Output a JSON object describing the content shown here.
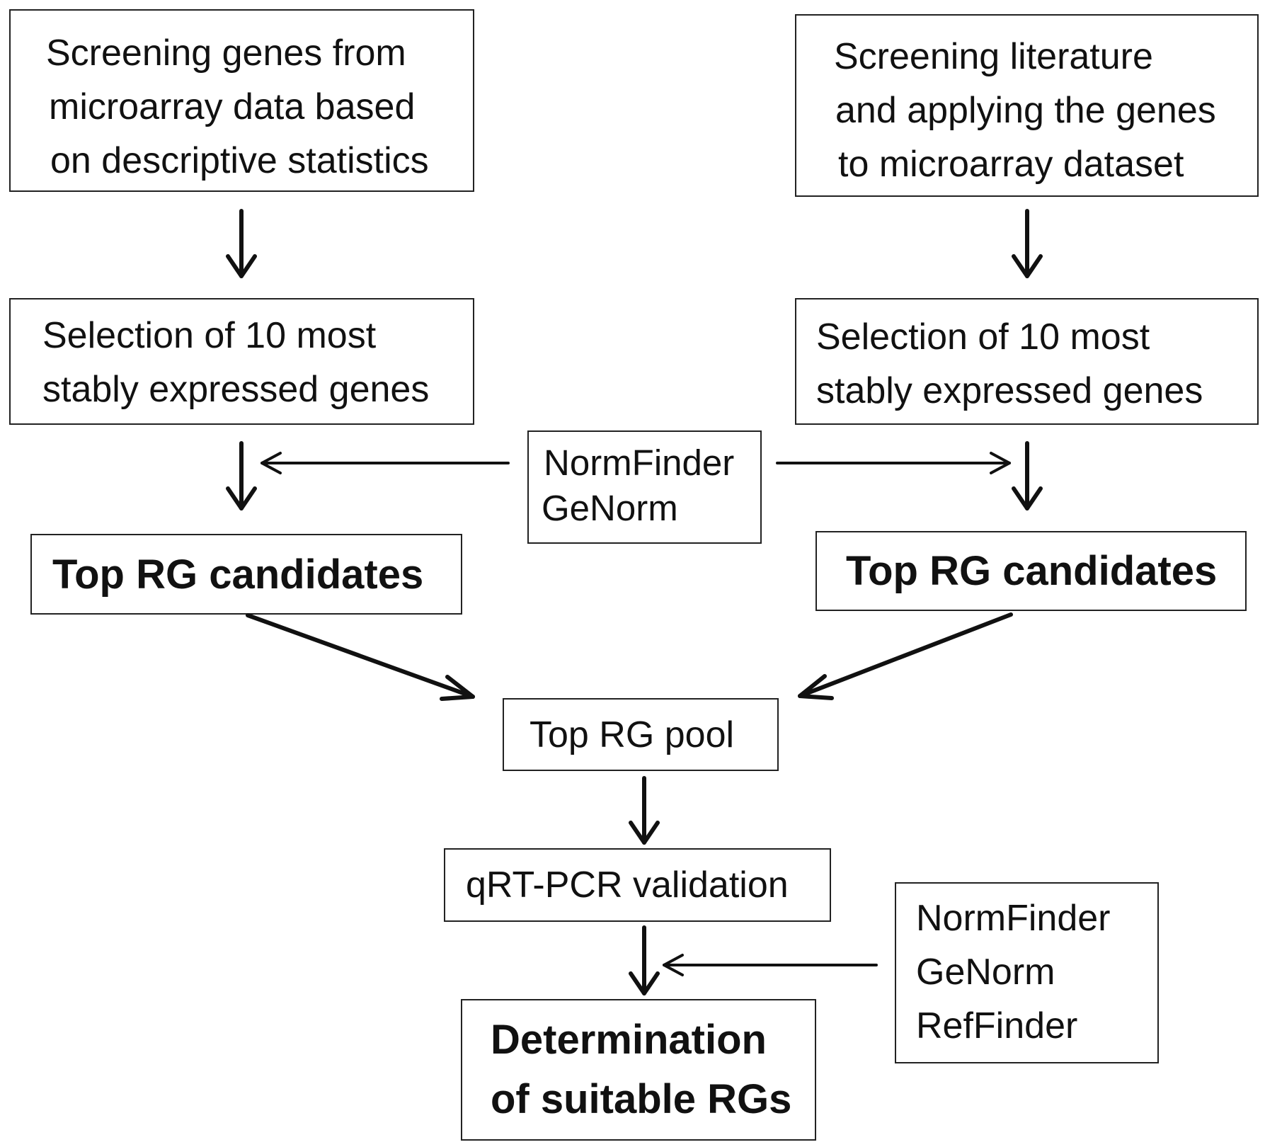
{
  "left": {
    "screen_lines": [
      "Screening genes from",
      "microarray data based",
      "on descriptive statistics"
    ],
    "selection_lines": [
      "Selection of 10 most",
      "stably expressed genes"
    ],
    "top_candidates": "Top RG candidates"
  },
  "right": {
    "screen_lines": [
      "Screening literature",
      "and applying the genes",
      "to microarray dataset"
    ],
    "selection_lines": [
      "Selection of 10 most",
      "stably expressed genes"
    ],
    "top_candidates": "Top RG candidates"
  },
  "mid_tools": [
    "NormFinder",
    "GeNorm"
  ],
  "pool": "Top RG pool",
  "validation": "qRT-PCR validation",
  "final_tools": [
    "NormFinder",
    "GeNorm",
    "RefFinder"
  ],
  "result_lines": [
    "Determination",
    "of suitable RGs"
  ]
}
